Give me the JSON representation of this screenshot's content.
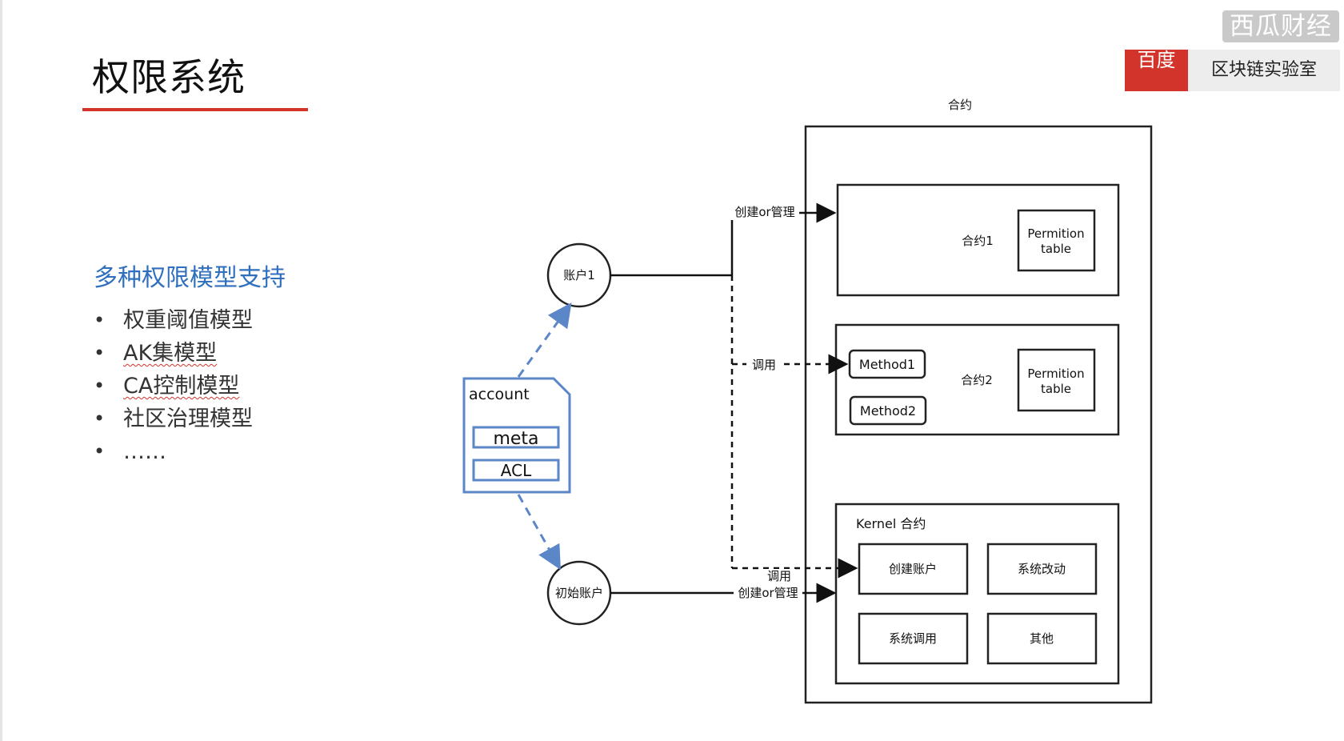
{
  "slide": {
    "title": "权限系统",
    "watermark": "西瓜财经",
    "badge": {
      "brand": "百度",
      "lab": "区块链实验室"
    },
    "accent_color": "#d2342c",
    "heading_color": "#2f6fbe"
  },
  "features": {
    "heading": "多种权限模型支持",
    "items": [
      "权重阈值模型",
      "AK集模型",
      "CA控制模型",
      "社区治理模型",
      "……"
    ]
  },
  "diagram": {
    "outer_label": "合约",
    "account1": "账户1",
    "initial_account": "初始账户",
    "account_doc": {
      "title": "account",
      "fields": [
        "meta",
        "ACL"
      ]
    },
    "contract1": {
      "name": "合约1",
      "perm_table": [
        "Permition",
        "table"
      ]
    },
    "contract2": {
      "name": "合约2",
      "methods": [
        "Method1",
        "Method2"
      ],
      "perm_table": [
        "Permition",
        "table"
      ]
    },
    "kernel": {
      "name": "Kernel 合约",
      "cells": [
        "创建账户",
        "系统改动",
        "系统调用",
        "其他"
      ]
    },
    "edges": {
      "create_manage_1": "创建or管理",
      "invoke_1": "调用",
      "invoke_2": "调用",
      "create_manage_2": "创建or管理"
    }
  }
}
